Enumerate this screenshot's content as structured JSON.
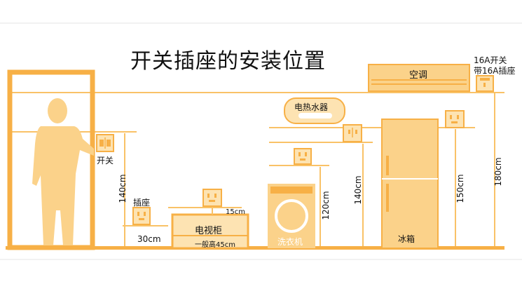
{
  "title": "开关插座的安装位置",
  "colors": {
    "accent": "#f7b046",
    "fill_light": "#fbd28a",
    "line": "#f9c267",
    "text": "#111111"
  },
  "labels": {
    "switch": "开关",
    "socket": "插座",
    "tv_cabinet": "电视柜",
    "tv_cabinet_note": "一般高45cm",
    "washer": "洗衣机",
    "water_heater": "电热水器",
    "fridge": "冰箱",
    "aircon": "空调",
    "ac_switch_line1": "16A开关",
    "ac_switch_line2": "带16A插座"
  },
  "dimensions": {
    "switch_height": "140cm",
    "socket_height": "30cm",
    "tv_offset": "15cm",
    "washer_socket": "120cm",
    "heater_socket": "140cm",
    "fridge_socket": "150cm",
    "ac_socket": "180cm"
  },
  "icons": {
    "person": "person-silhouette-icon",
    "door": "door-frame-icon",
    "socket": "power-socket-icon",
    "switch": "light-switch-icon"
  }
}
